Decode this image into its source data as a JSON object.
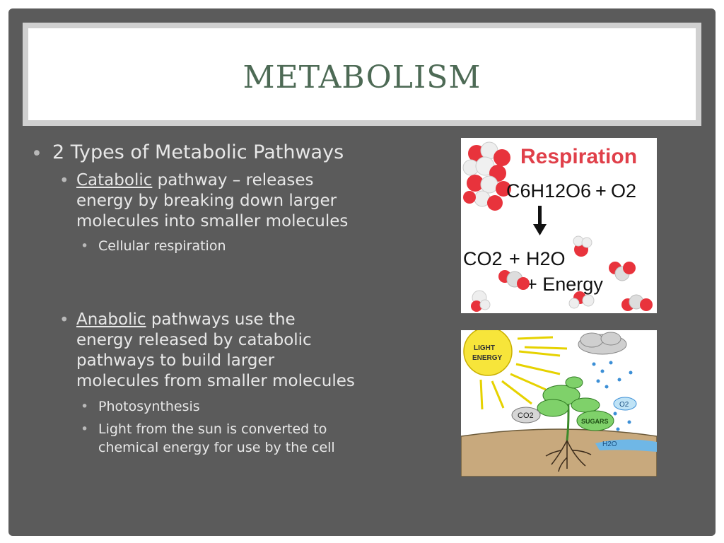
{
  "slide": {
    "title": "METABOLISM",
    "bullets": {
      "b1": "2 Types of Metabolic Pathways",
      "catabolic": {
        "term": "Catabolic",
        "line1_rest": " pathway – releases",
        "line2": "energy by breaking down larger",
        "line3": "molecules into smaller molecules",
        "sub1": "Cellular respiration"
      },
      "anabolic": {
        "term": "Anabolic",
        "line1_rest": " pathways use the",
        "line2": "energy released by catabolic",
        "line3": "pathways to build larger",
        "line4": "molecules from smaller molecules",
        "sub1": "Photosynthesis",
        "sub2_line1": "Light from the sun is converted to",
        "sub2_line2": "chemical energy for use by the cell"
      }
    }
  },
  "respiration_image": {
    "heading": "Respiration",
    "formula_glucose": "C6H12O6",
    "formula_plus": "+",
    "formula_o2": "O2",
    "product_co2": "CO2",
    "product_h2o": "H2O",
    "product_energy": "+ Energy"
  },
  "photosynthesis_image": {
    "light_label_1": "LIGHT",
    "light_label_2": "ENERGY",
    "co2_label": "CO2",
    "sugars_label": "SUGARS",
    "o2_label": "O2",
    "h2o_label": "H2O"
  },
  "colors": {
    "slide_bg": "#5b5b5b",
    "title_color": "#4d6a55",
    "heading_red": "#e0404a"
  }
}
